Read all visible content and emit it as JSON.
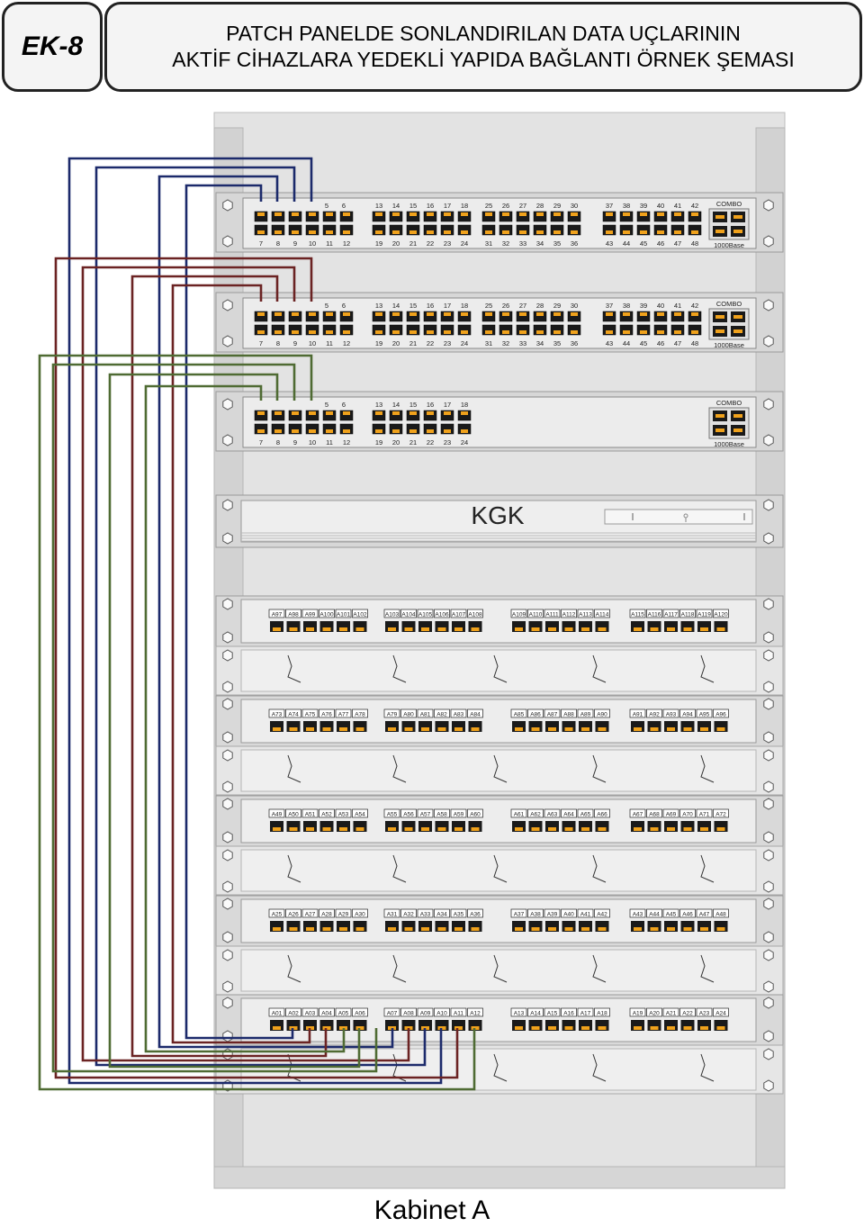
{
  "header": {
    "tag": "EK-8",
    "title_line1": "PATCH PANELDE SONLANDIRILAN DATA UÇLARININ",
    "title_line2": "AKTİF CİHAZLARA YEDEKLİ YAPIDA BAĞLANTI ÖRNEK ŞEMASI"
  },
  "caption": "Kabinet A",
  "switches": [
    {
      "port_groups": [
        {
          "top": [
            "5",
            "6"
          ],
          "bottom": [
            "7",
            "8",
            "9",
            "10",
            "11",
            "12"
          ]
        },
        {
          "top": [
            "13",
            "14",
            "15",
            "16",
            "17",
            "18"
          ],
          "bottom": [
            "19",
            "20",
            "21",
            "22",
            "23",
            "24"
          ]
        },
        {
          "top": [
            "25",
            "26",
            "27",
            "28",
            "29",
            "30"
          ],
          "bottom": [
            "31",
            "32",
            "33",
            "34",
            "35",
            "36"
          ]
        },
        {
          "top": [
            "37",
            "38",
            "39",
            "40",
            "41",
            "42"
          ],
          "bottom": [
            "43",
            "44",
            "45",
            "46",
            "47",
            "48"
          ]
        }
      ],
      "combo_label": "COMBO",
      "base_label": "1000Base"
    },
    {
      "port_groups": [
        {
          "top": [
            "5",
            "6"
          ],
          "bottom": [
            "7",
            "8",
            "9",
            "10",
            "11",
            "12"
          ]
        },
        {
          "top": [
            "13",
            "14",
            "15",
            "16",
            "17",
            "18"
          ],
          "bottom": [
            "19",
            "20",
            "21",
            "22",
            "23",
            "24"
          ]
        },
        {
          "top": [
            "25",
            "26",
            "27",
            "28",
            "29",
            "30"
          ],
          "bottom": [
            "31",
            "32",
            "33",
            "34",
            "35",
            "36"
          ]
        },
        {
          "top": [
            "37",
            "38",
            "39",
            "40",
            "41",
            "42"
          ],
          "bottom": [
            "43",
            "44",
            "45",
            "46",
            "47",
            "48"
          ]
        }
      ],
      "combo_label": "COMBO",
      "base_label": "1000Base"
    },
    {
      "port_groups": [
        {
          "top": [
            "5",
            "6"
          ],
          "bottom": [
            "7",
            "8",
            "9",
            "10",
            "11",
            "12"
          ]
        },
        {
          "top": [
            "13",
            "14",
            "15",
            "16",
            "17",
            "18"
          ],
          "bottom": [
            "19",
            "20",
            "21",
            "22",
            "23",
            "24"
          ]
        }
      ],
      "combo_label": "COMBO",
      "base_label": "1000Base"
    }
  ],
  "ups_label": "KGK",
  "patch_panels": [
    {
      "groups": [
        [
          "A97",
          "A98",
          "A99",
          "A100",
          "A101",
          "A102"
        ],
        [
          "A103",
          "A104",
          "A105",
          "A106",
          "A107",
          "A108"
        ],
        [
          "A109",
          "A110",
          "A111",
          "A112",
          "A113",
          "A114"
        ],
        [
          "A115",
          "A116",
          "A117",
          "A118",
          "A119",
          "A120"
        ]
      ]
    },
    {
      "groups": [
        [
          "A73",
          "A74",
          "A75",
          "A76",
          "A77",
          "A78"
        ],
        [
          "A79",
          "A80",
          "A81",
          "A82",
          "A83",
          "A84"
        ],
        [
          "A85",
          "A86",
          "A87",
          "A88",
          "A89",
          "A90"
        ],
        [
          "A91",
          "A92",
          "A93",
          "A94",
          "A95",
          "A96"
        ]
      ]
    },
    {
      "groups": [
        [
          "A49",
          "A50",
          "A51",
          "A52",
          "A53",
          "A54"
        ],
        [
          "A55",
          "A56",
          "A57",
          "A58",
          "A59",
          "A60"
        ],
        [
          "A61",
          "A62",
          "A63",
          "A64",
          "A65",
          "A66"
        ],
        [
          "A67",
          "A68",
          "A69",
          "A70",
          "A71",
          "A72"
        ]
      ]
    },
    {
      "groups": [
        [
          "A25",
          "A26",
          "A27",
          "A28",
          "A29",
          "A30"
        ],
        [
          "A31",
          "A32",
          "A33",
          "A34",
          "A35",
          "A36"
        ],
        [
          "A37",
          "A38",
          "A39",
          "A40",
          "A41",
          "A42"
        ],
        [
          "A43",
          "A44",
          "A45",
          "A46",
          "A47",
          "A48"
        ]
      ]
    },
    {
      "groups": [
        [
          "A01",
          "A02",
          "A03",
          "A04",
          "A05",
          "A06"
        ],
        [
          "A07",
          "A08",
          "A09",
          "A10",
          "A11",
          "A12"
        ],
        [
          "A13",
          "A14",
          "A15",
          "A16",
          "A17",
          "A18"
        ],
        [
          "A19",
          "A20",
          "A21",
          "A22",
          "A23",
          "A24"
        ]
      ]
    }
  ],
  "cable_colors": {
    "navy": "#1c2a6b",
    "maroon": "#6b2323",
    "green": "#4f6b33"
  },
  "colors": {
    "port": "#f0a21c",
    "port_dark": "#1a1a1a",
    "rack": "#e3e3e3",
    "rail": "#d2d2d2"
  }
}
